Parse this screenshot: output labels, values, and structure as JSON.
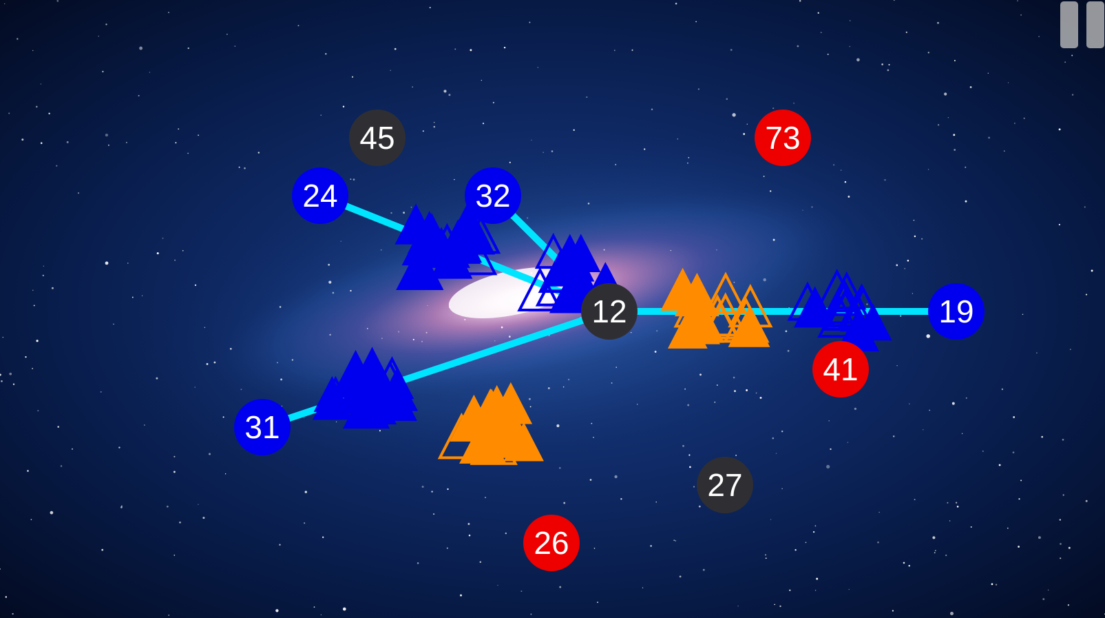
{
  "colors": {
    "player": "#0000ee",
    "enemy": "#ee0000",
    "neutral": "#2f2f33",
    "route": "#00e5ff",
    "orange_fleet": "#ff8c00",
    "blue_fleet": "#0000ee"
  },
  "toolbar": {
    "pause_icon": "pause-icon"
  },
  "planets": [
    {
      "id": "p45",
      "owner": "neutral",
      "count": "45"
    },
    {
      "id": "p73",
      "owner": "enemy",
      "count": "73"
    },
    {
      "id": "p24",
      "owner": "player",
      "count": "24"
    },
    {
      "id": "p32",
      "owner": "player",
      "count": "32"
    },
    {
      "id": "p12",
      "owner": "neutral",
      "count": "12"
    },
    {
      "id": "p19",
      "owner": "player",
      "count": "19"
    },
    {
      "id": "p41",
      "owner": "enemy",
      "count": "41"
    },
    {
      "id": "p31",
      "owner": "player",
      "count": "31"
    },
    {
      "id": "p27",
      "owner": "neutral",
      "count": "27"
    },
    {
      "id": "p26",
      "owner": "enemy",
      "count": "26"
    }
  ],
  "routes": [
    {
      "from": "p24",
      "to": "p12"
    },
    {
      "from": "p32",
      "to": "p12"
    },
    {
      "from": "p31",
      "to": "p12"
    },
    {
      "from": "p19",
      "to": "p12"
    }
  ],
  "fleets": [
    {
      "owner": "player",
      "route_from": "p24",
      "progress": 0.45
    },
    {
      "owner": "player",
      "route_from": "p32",
      "progress": 0.7
    },
    {
      "owner": "player",
      "route_from": "p31",
      "progress": 0.3
    },
    {
      "owner": "player",
      "route_from": "p19",
      "progress": 0.33
    },
    {
      "owner": "orange",
      "route_from": "p19",
      "progress": 0.69
    },
    {
      "owner": "orange",
      "route_from": null,
      "progress": null
    }
  ]
}
